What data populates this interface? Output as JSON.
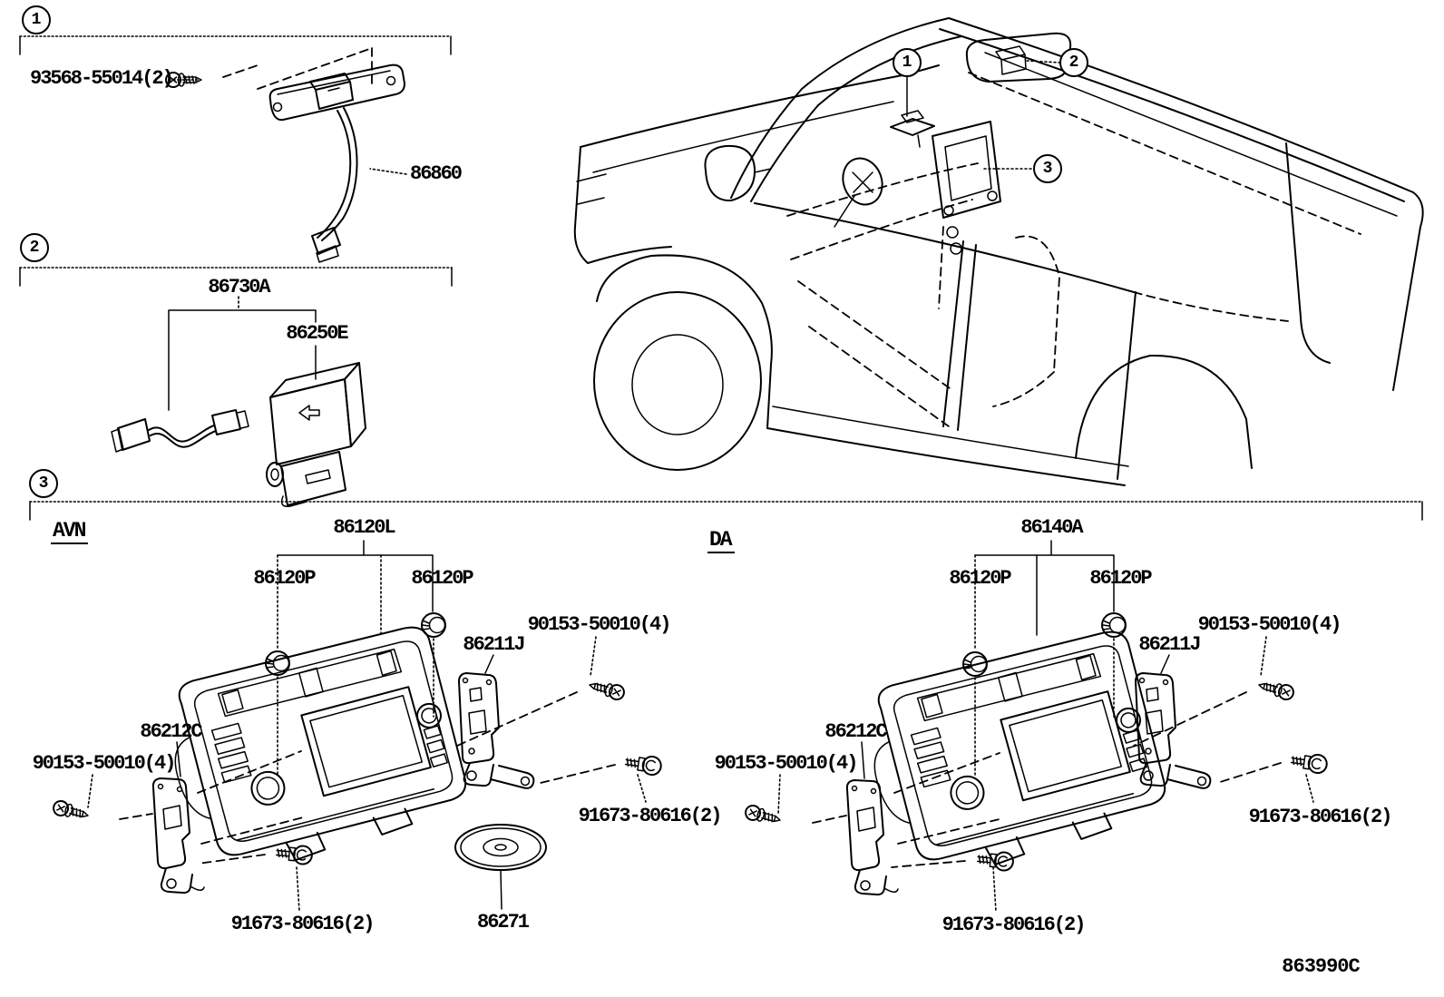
{
  "page": {
    "footer_code": "863990C",
    "background": "#ffffff",
    "line_color": "#000000"
  },
  "sections": {
    "one": {
      "num": "1",
      "parts": {
        "screw": "93568-55014(2)",
        "antenna": "86860"
      }
    },
    "two": {
      "num": "2",
      "parts": {
        "assembly": "86730A",
        "module": "86250E"
      }
    },
    "three": {
      "num": "3",
      "avn": {
        "header": "AVN",
        "receiver": "86120L",
        "knob_left": "86120P",
        "knob_right": "86120P",
        "bracket_right": "86211J",
        "screw_right": "90153-50010(4)",
        "bracket_left": "86212C",
        "screw_left": "90153-50010(4)",
        "bolt_bottom": "91673-80616(2)",
        "bolt_right": "91673-80616(2)",
        "disc": "86271"
      },
      "da": {
        "header": "DA",
        "receiver": "86140A",
        "knob_left": "86120P",
        "knob_right": "86120P",
        "bracket_right": "86211J",
        "screw_right": "90153-50010(4)",
        "bracket_left": "86212C",
        "screw_left": "90153-50010(4)",
        "bolt_bottom": "91673-80616(2)",
        "bolt_right": "91673-80616(2)"
      }
    }
  },
  "vehicle_callouts": {
    "one": "1",
    "two": "2",
    "three": "3"
  }
}
